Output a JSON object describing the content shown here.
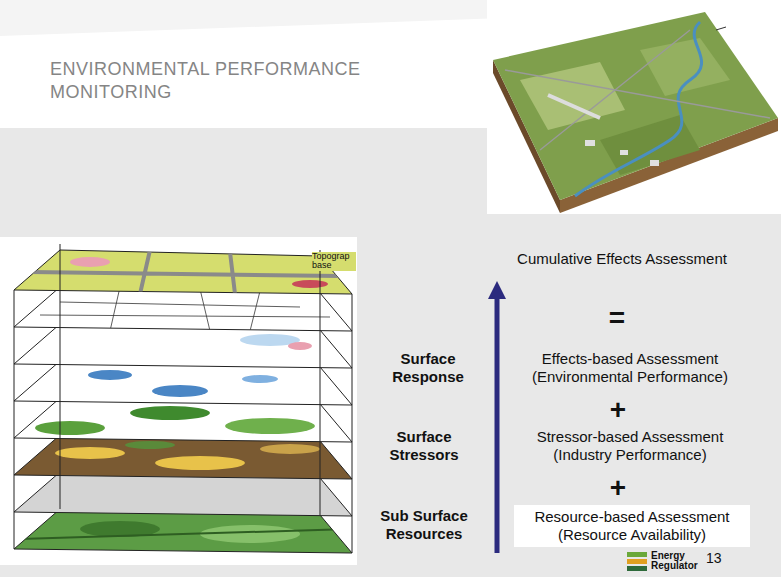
{
  "diagram": {
    "title": "ENVIRONMENTAL PERFORMANCE MONITORING",
    "nodes": [
      {
        "text": [
          "Resource-based Assessment (Resource Availability)"
        ]
      }
    ],
    "labels": [
      "Cumulative Effects Assessment",
      "=",
      "Surface Response",
      "Effects-based Assessment (Environmental Performance)",
      "+",
      "Surface Stressors",
      "Stressor-based Assessment (Industry Performance)",
      "+",
      "Sub Surface Resources",
      "Topograp base",
      "Energy Regulator",
      "13"
    ]
  }
}
